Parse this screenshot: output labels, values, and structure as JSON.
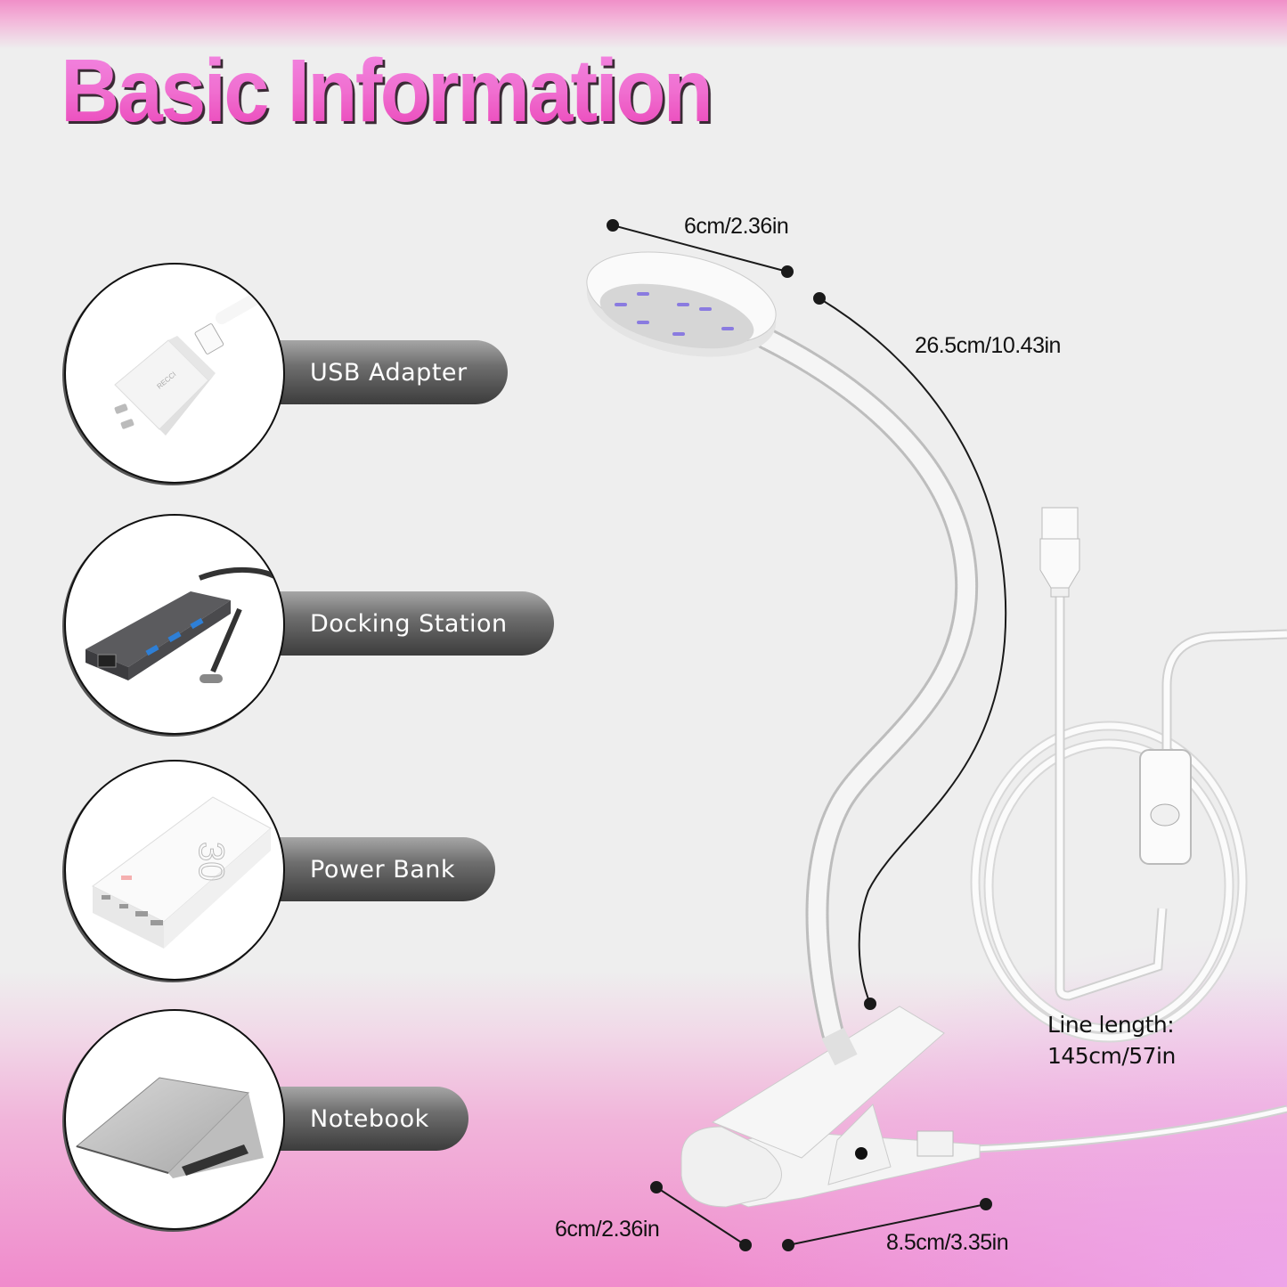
{
  "title": "Basic Information",
  "colors": {
    "title_pink": "#f06fd0",
    "pill_dark": "#3c3c3c",
    "background": "#eeeeee",
    "bottom_pink": "#f08bcc"
  },
  "compatible_devices": [
    {
      "label": "USB Adapter",
      "icon": "usb-adapter-icon"
    },
    {
      "label": "Docking Station",
      "icon": "docking-station-icon"
    },
    {
      "label": "Power Bank",
      "icon": "power-bank-icon"
    },
    {
      "label": "Notebook",
      "icon": "notebook-icon"
    }
  ],
  "dimensions": {
    "lamp_head_diameter": "6cm/2.36in",
    "gooseneck_length": "26.5cm/10.43in",
    "clip_width": "6cm/2.36in",
    "clip_length": "8.5cm/3.35in",
    "line_length_label": "Line length:",
    "line_length_value": "145cm/57in"
  }
}
